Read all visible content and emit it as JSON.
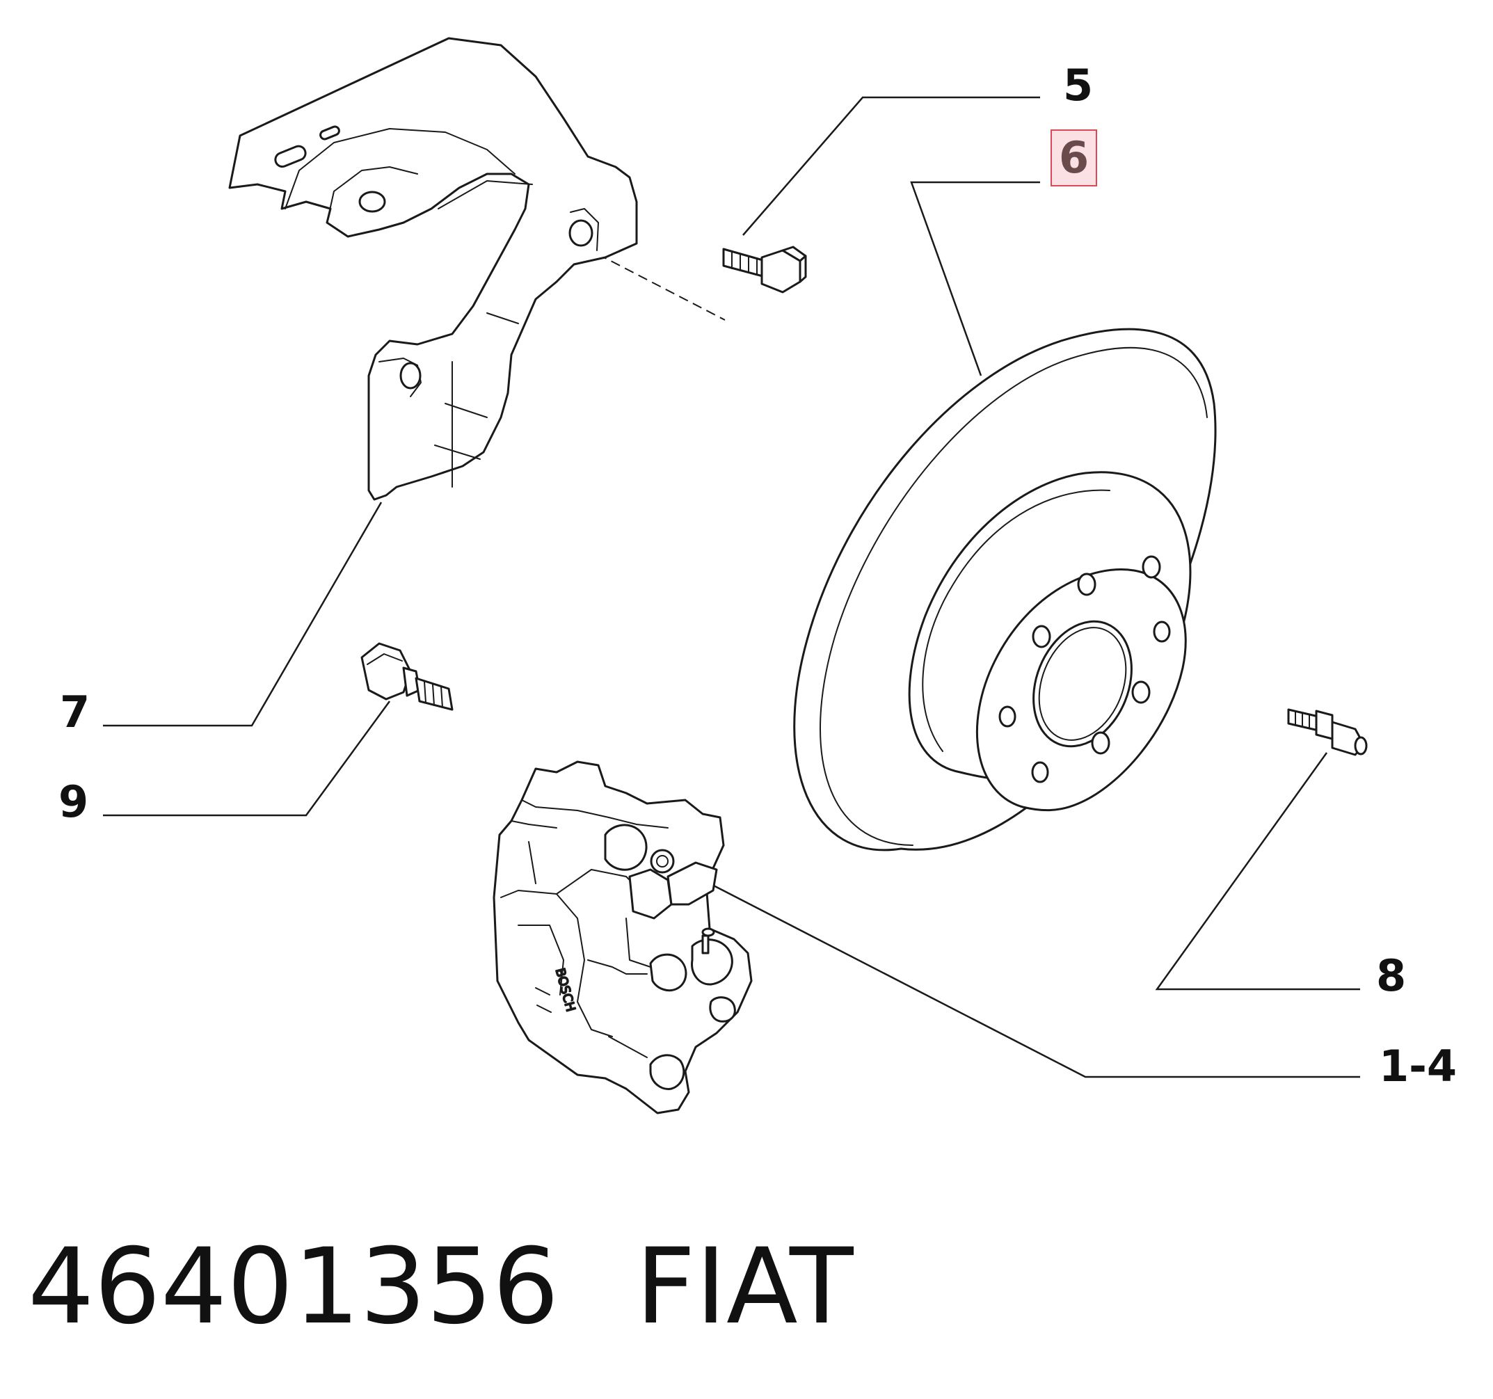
{
  "callouts": {
    "c5": "5",
    "c6": "6",
    "c7": "7",
    "c9": "9",
    "c8": "8",
    "c1_4": "1-4"
  },
  "highlight_color": "#d94a55",
  "footer": {
    "part_number": "46401356",
    "brand": "FIAT"
  }
}
